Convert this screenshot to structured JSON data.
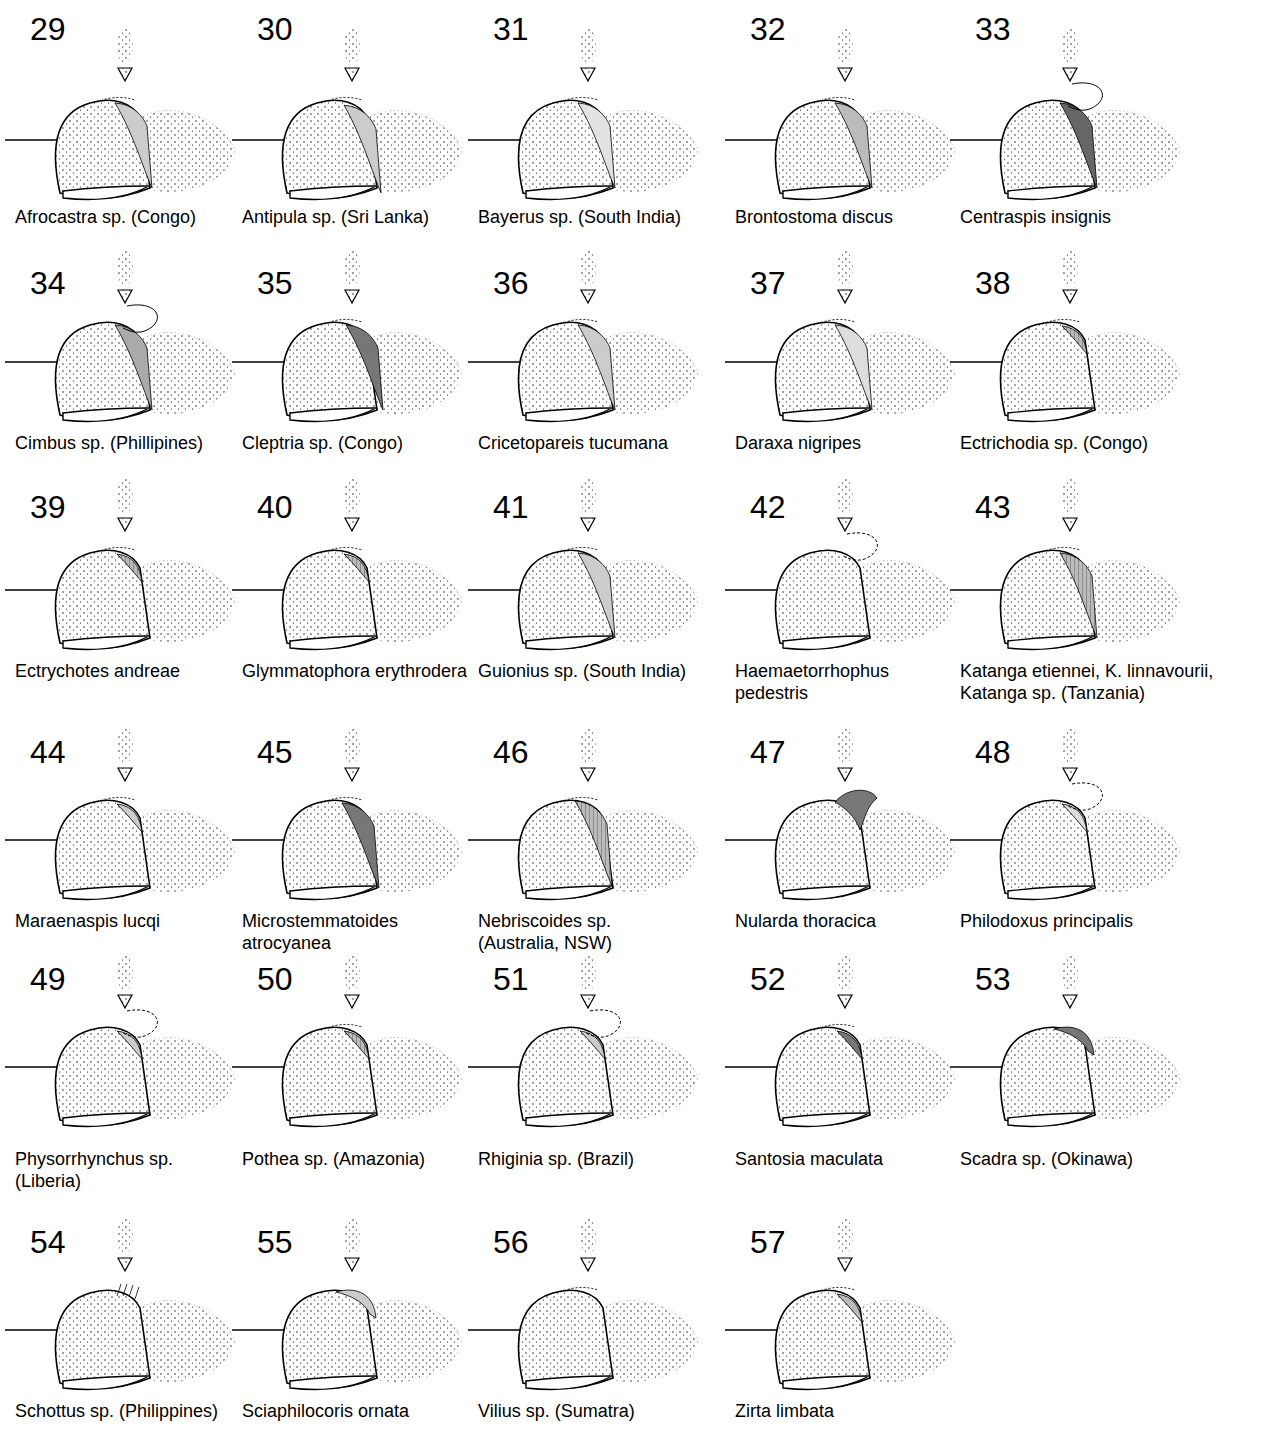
{
  "diagram": {
    "labels": [
      "29",
      "Afrocastra sp. (Congo)",
      "30",
      "Antipula sp. (Sri Lanka)",
      "31",
      "Bayerus sp. (South India)",
      "32",
      "Brontostoma discus",
      "33",
      "Centraspis insignis",
      "34",
      "Cimbus sp. (Phillipines)",
      "35",
      "Cleptria sp. (Congo)",
      "36",
      "Cricetopareis tucumana",
      "37",
      "Daraxa nigripes",
      "38",
      "Ectrichodia sp. (Congo)",
      "39",
      "Ectrychotes andreae",
      "40",
      "Glymmatophora erythrodera",
      "41",
      "Guionius sp. (South India)",
      "42",
      "Haemaetorrhophus pedestris",
      "43",
      "Katanga etiennei, K. linnavourii, Katanga sp. (Tanzania)",
      "44",
      "Maraenaspis lucqi",
      "45",
      "Microstemmatoides atrocyanea",
      "46",
      "Nebriscoides sp. (Australia, NSW)",
      "47",
      "Nularda thoracica",
      "48",
      "Philodoxus principalis",
      "49",
      "Physorrhynchus sp. (Liberia)",
      "50",
      "Pothea sp. (Amazonia)",
      "51",
      "Rhiginia sp. (Brazil)",
      "52",
      "Santosia maculata",
      "53",
      "Scadra sp. (Okinawa)",
      "54",
      "Schottus sp. (Philippines)",
      "55",
      "Sciaphilocoris ornata",
      "56",
      "Vilius sp. (Sumatra)",
      "57",
      "Zirta limbata"
    ]
  }
}
